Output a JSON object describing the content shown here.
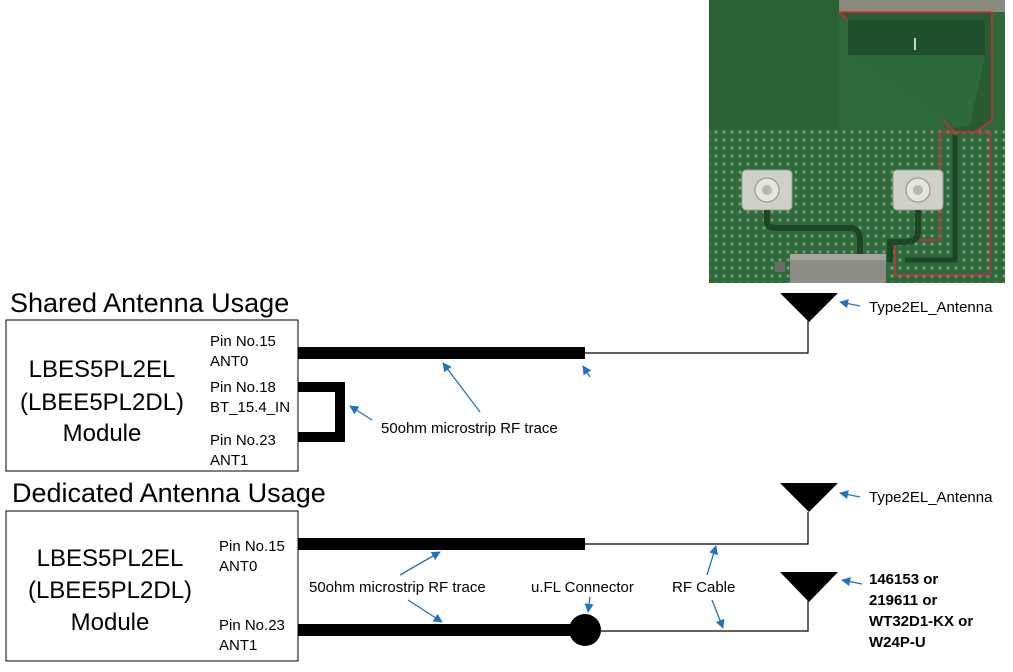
{
  "shared": {
    "heading": "Shared Antenna Usage",
    "module": [
      "LBES5PL2EL",
      "(LBEE5PL2DL)",
      "Module"
    ],
    "pins": [
      {
        "number": "Pin No.15",
        "name": "ANT0"
      },
      {
        "number": "Pin No.18",
        "name": "BT_15.4_IN"
      },
      {
        "number": "Pin No.23",
        "name": "ANT1"
      }
    ],
    "antenna_label": "Type2EL_Antenna",
    "trace_label": "50ohm microstrip RF trace"
  },
  "dedicated": {
    "heading": "Dedicated Antenna Usage",
    "module": [
      "LBES5PL2EL",
      "(LBEE5PL2DL)",
      "Module"
    ],
    "pins": [
      {
        "number": "Pin No.15",
        "name": "ANT0"
      },
      {
        "number": "Pin No.23",
        "name": "ANT1"
      }
    ],
    "antenna_label": "Type2EL_Antenna",
    "trace_label": "50ohm microstrip RF trace",
    "connector_label": "u.FL Connector",
    "cable_label": "RF Cable",
    "external_antennas": [
      "146153 or",
      "219611 or",
      "WT32D1-KX or",
      "W24P-U"
    ]
  },
  "colors": {
    "arrow": "#1f73c0",
    "pcb": "#2f6a3c",
    "trace": "#000000",
    "keepout": "#d8283a"
  }
}
